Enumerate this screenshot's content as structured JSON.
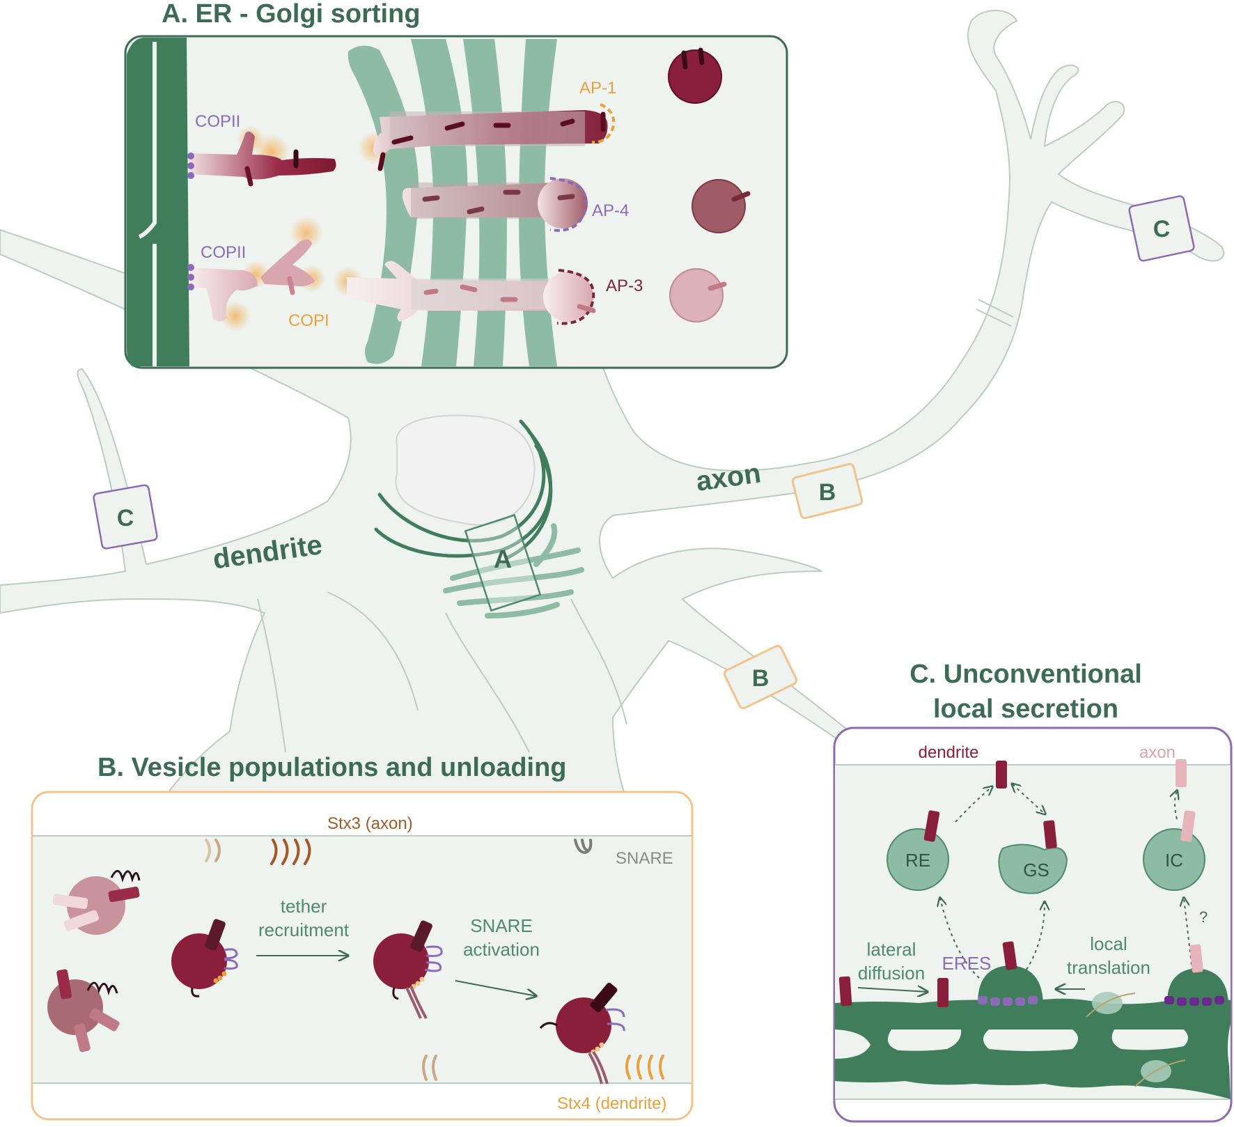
{
  "colors": {
    "cell_fill": "#eef3f0",
    "cell_stroke": "#b9cdc2",
    "er_green": "#3f7d5b",
    "golgi_green": "#8dbba3",
    "text_green": "#3d6b55",
    "maroon": "#8a1f3b",
    "mauve": "#a86a73",
    "pink": "#d8a6ae",
    "purple": "#8b6bb8",
    "orange": "#e8a13c",
    "panel_b_border": "#f0c48a",
    "panel_c_border": "#8e6ab0"
  },
  "neuron": {
    "label_axon": "axon",
    "label_dendrite": "dendrite",
    "box_a": "A",
    "box_b1": "B",
    "box_b2": "B",
    "box_c1": "C",
    "box_c2": "C"
  },
  "panel_a": {
    "title": "A. ER - Golgi sorting",
    "copii_1": "COPII",
    "copii_2": "COPII",
    "copi": "COPI",
    "ap1": "AP-1",
    "ap4": "AP-4",
    "ap3": "AP-3"
  },
  "panel_b": {
    "title": "B. Vesicle populations and unloading",
    "stx3": "Stx3 (axon)",
    "stx4": "Stx4 (dendrite)",
    "snare": "SNARE",
    "tether_line1": "tether",
    "tether_line2": "recruitment",
    "snare_act_line1": "SNARE",
    "snare_act_line2": "activation"
  },
  "panel_c": {
    "title_line1": "C. Unconventional",
    "title_line2": "local  secretion",
    "dendrite": "dendrite",
    "axon": "axon",
    "re": "RE",
    "gs": "GS",
    "ic": "IC",
    "lateral_line1": "lateral",
    "lateral_line2": "diffusion",
    "eres": "ERES",
    "local_line1": "local",
    "local_line2": "translation",
    "question": "?"
  }
}
